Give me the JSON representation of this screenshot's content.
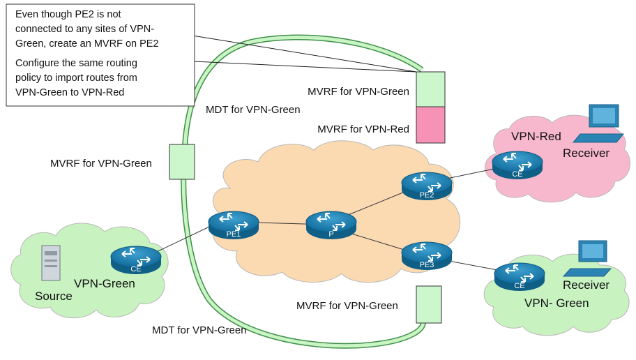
{
  "callout": {
    "lines": [
      "Even though PE2 is not",
      "connected to any sites of VPN-",
      "Green, create an MVRF on PE2",
      "Configure the same routing",
      "policy to import routes from",
      "VPN-Green to VPN-Red"
    ]
  },
  "labels": {
    "mvrf_green_pe2": "MVRF for VPN-Green",
    "mvrf_red_pe2": "MVRF for VPN-Red",
    "mvrf_green_pe1": "MVRF for VPN-Green",
    "mvrf_green_pe3": "MVRF for VPN-Green",
    "mdt_top": "MDT for VPN-Green",
    "mdt_bottom": "MDT for VPN-Green"
  },
  "clouds": {
    "red": "VPN-Red",
    "green_left": "VPN-Green",
    "green_right": "VPN- Green"
  },
  "routers": {
    "pe1": "PE1",
    "p": "P",
    "pe2": "PE2",
    "pe3": "PE3",
    "ce_left": "CE",
    "ce_red": "CE",
    "ce_green_right": "CE"
  },
  "hosts": {
    "source": "Source",
    "receiver_red": "Receiver",
    "receiver_green": "Receiver"
  },
  "colors": {
    "green_cloud": "#c8f2c0",
    "red_cloud": "#f7b8cd",
    "core_cloud": "#fbd9b1",
    "mvrf_green": "#ccf6cc",
    "mvrf_red": "#f592b6",
    "router": "#1f7fb0",
    "tube": "#9fe39b"
  }
}
